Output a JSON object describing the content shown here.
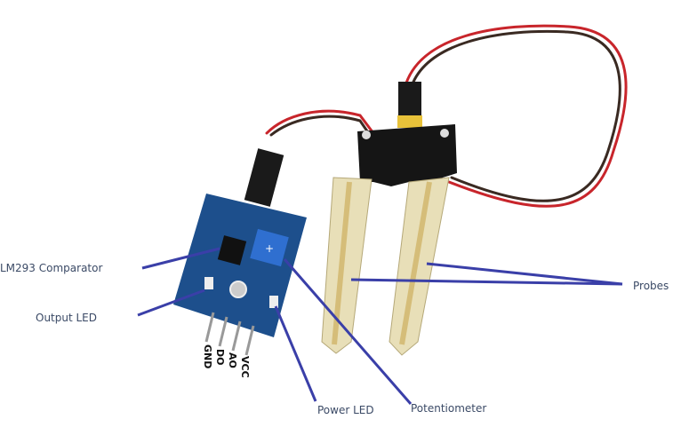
{
  "labels": {
    "comparator": "LM293 Comparator",
    "output_led": "Output LED",
    "power_led": "Power LED",
    "potentiometer": "Potentiometer",
    "probes": "Probes"
  },
  "pins": [
    "GND",
    "DO",
    "AO",
    "VCC"
  ],
  "colors": {
    "leader_line": "#3a3fa8",
    "board": "#1d4f8c",
    "probe_board": "#151515",
    "wire_red": "#c8252b",
    "wire_dark": "#3a2a22",
    "probe_pad": "#e8dfb8"
  }
}
